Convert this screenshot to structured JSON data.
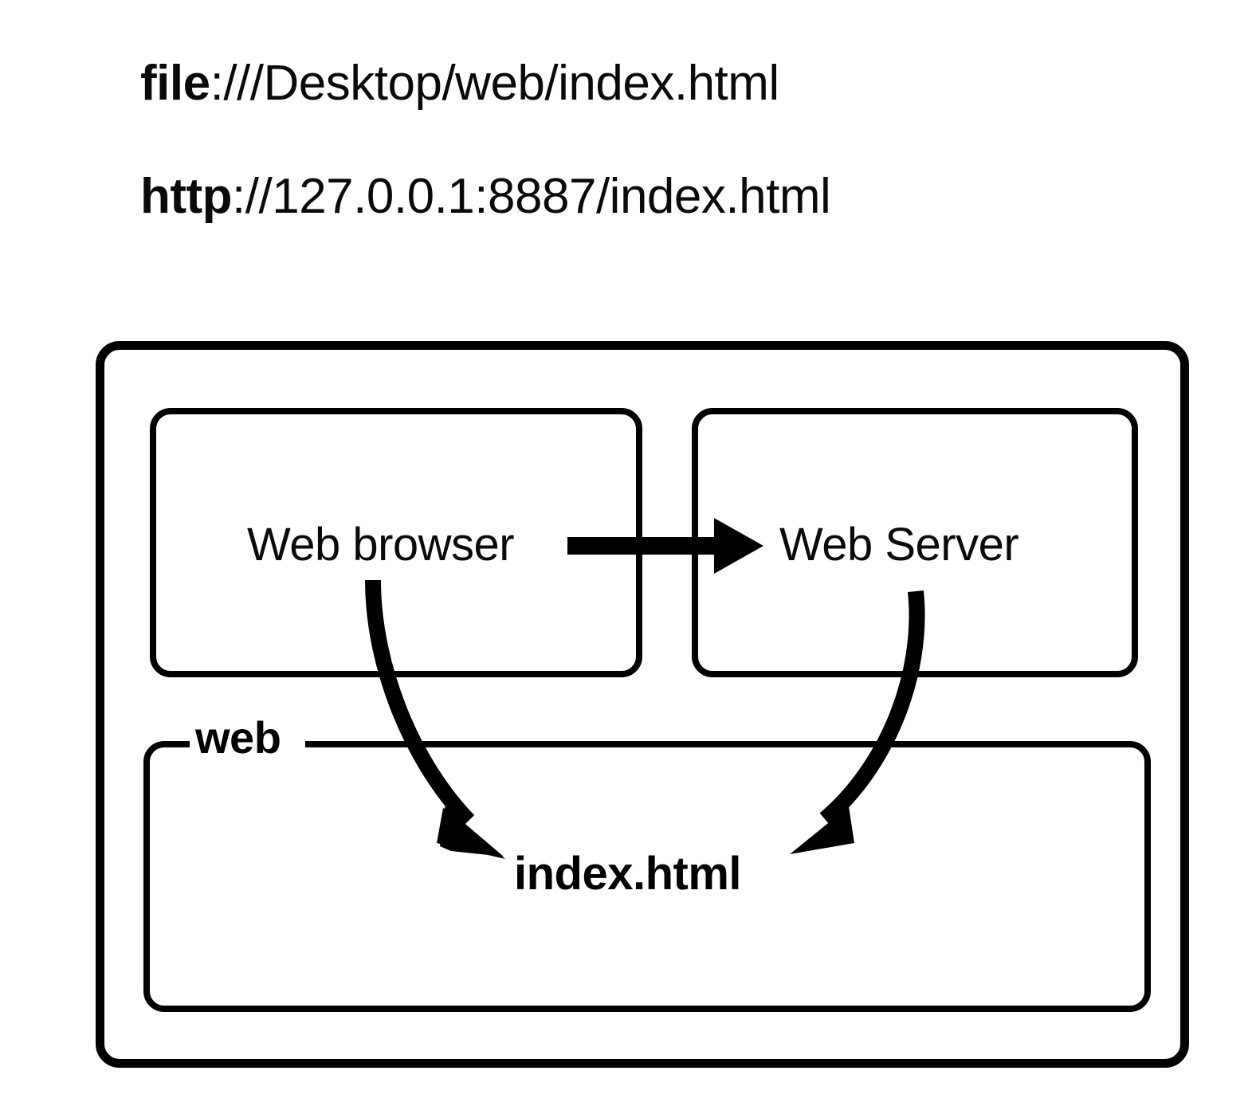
{
  "urls": [
    {
      "scheme": "file",
      "rest": ":///Desktop/web/index.html"
    },
    {
      "scheme": "http",
      "rest": "://127.0.0.1:8887/index.html"
    }
  ],
  "diagram": {
    "nodes": {
      "browser": "Web browser",
      "server": "Web Server",
      "file": "index.html"
    },
    "folder_label": "web",
    "colors": {
      "stroke": "#000000",
      "background": "#ffffff",
      "text": "#0a0a0a"
    }
  }
}
